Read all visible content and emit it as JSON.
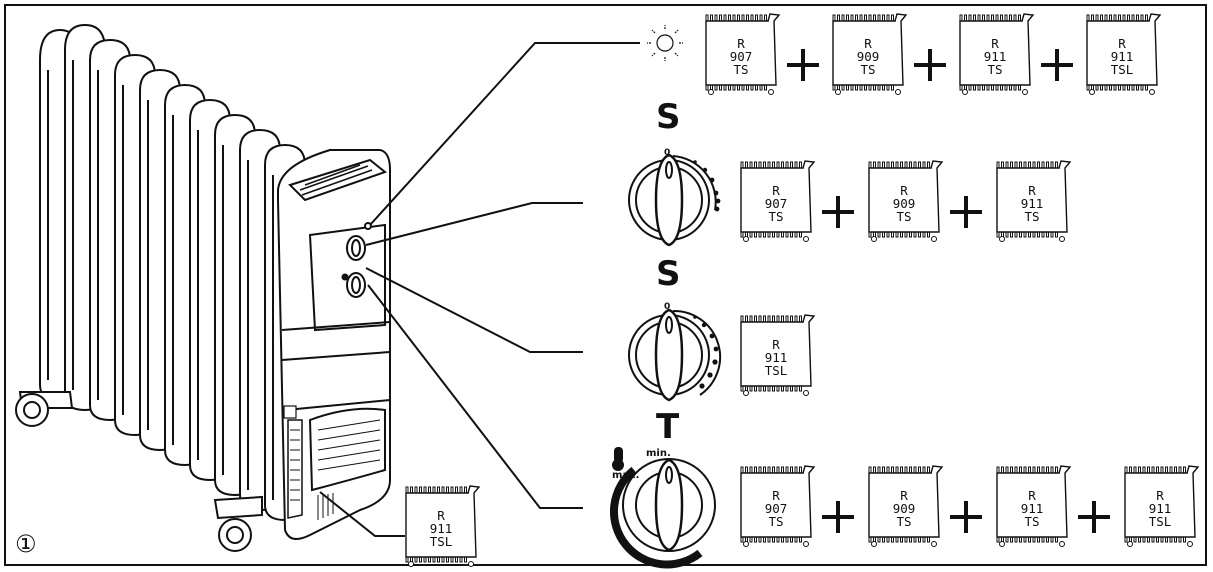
{
  "figure_number": "①",
  "mode_symbol_sun": "sun-symbol",
  "letters": {
    "s1": "S",
    "s2": "S",
    "t": "T"
  },
  "thermostat": {
    "min_label": "min.",
    "max_label": "max."
  },
  "dial_labels": {
    "zero_1": "0",
    "zero_2": "0"
  },
  "rows": {
    "row1": [
      {
        "l1": "R",
        "l2": "907",
        "l3": "TS"
      },
      {
        "l1": "R",
        "l2": "909",
        "l3": "TS"
      },
      {
        "l1": "R",
        "l2": "911",
        "l3": "TS"
      },
      {
        "l1": "R",
        "l2": "911",
        "l3": "TSL"
      }
    ],
    "row2": [
      {
        "l1": "R",
        "l2": "907",
        "l3": "TS"
      },
      {
        "l1": "R",
        "l2": "909",
        "l3": "TS"
      },
      {
        "l1": "R",
        "l2": "911",
        "l3": "TS"
      }
    ],
    "row3": [
      {
        "l1": "R",
        "l2": "911",
        "l3": "TSL"
      }
    ],
    "row4": [
      {
        "l1": "R",
        "l2": "907",
        "l3": "TS"
      },
      {
        "l1": "R",
        "l2": "909",
        "l3": "TS"
      },
      {
        "l1": "R",
        "l2": "911",
        "l3": "TS"
      },
      {
        "l1": "R",
        "l2": "911",
        "l3": "TSL"
      }
    ],
    "heater": [
      {
        "l1": "R",
        "l2": "911",
        "l3": "TSL"
      }
    ]
  },
  "plus": "+"
}
